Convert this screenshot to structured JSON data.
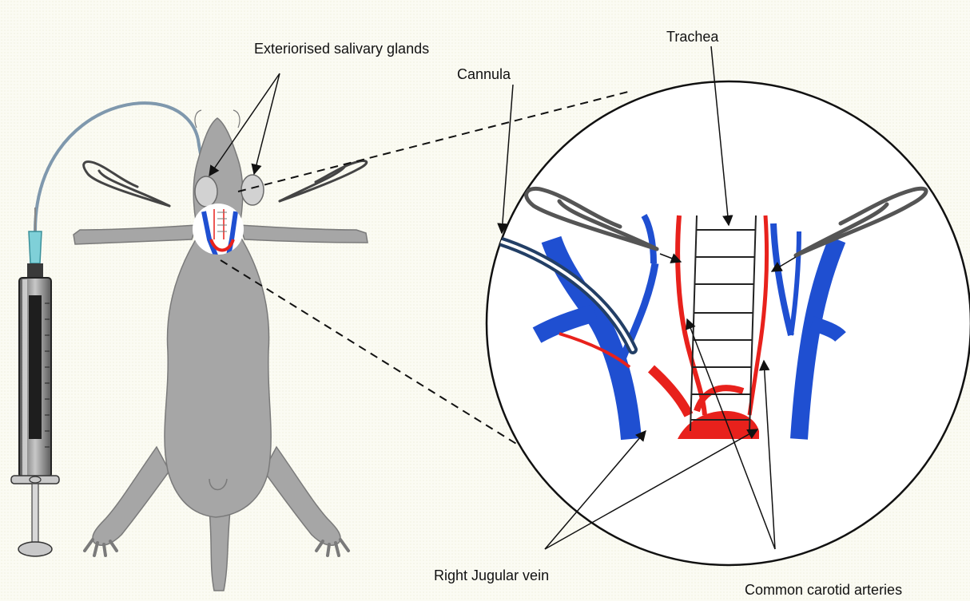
{
  "labels": {
    "salivary_glands": "Exteriorised salivary glands",
    "trachea": "Trachea",
    "cannula": "Cannula",
    "jugular_vein": "Right Jugular vein",
    "carotid_arteries": "Common carotid arteries"
  },
  "colors": {
    "vein": "#1f4fd1",
    "artery": "#e8211c",
    "body": "#a6a6a6",
    "cannula_tube": "#7f98ad",
    "needle_hub": "#7fd0d8"
  }
}
